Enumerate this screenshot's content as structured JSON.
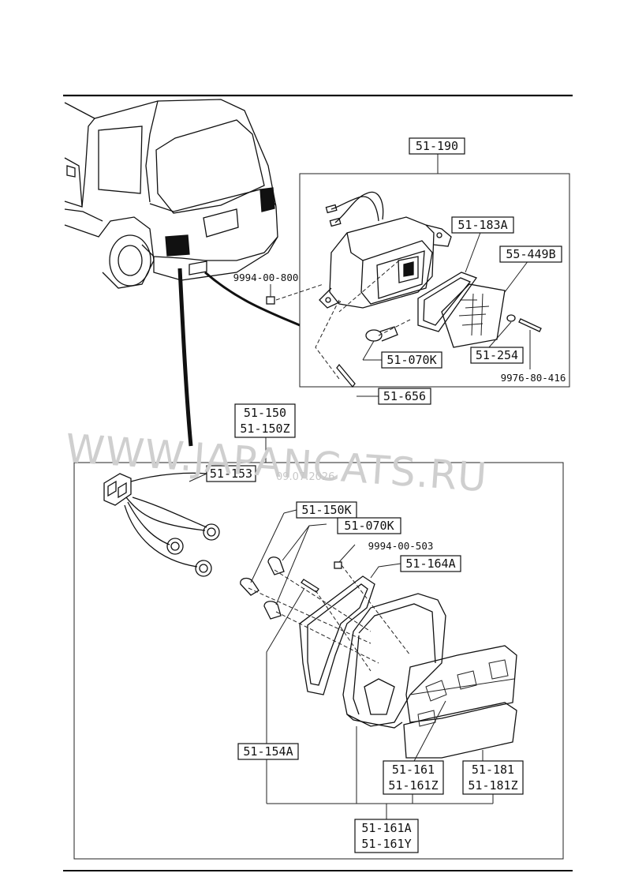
{
  "watermark": {
    "text": "WWW.JAPANCATS.RU",
    "date": "09.07.2026"
  },
  "upper_group": {
    "assembly_label": "51-190",
    "parts": {
      "bulb": "51-070K",
      "gasket": "51-183A",
      "lens": "55-449B",
      "washer": "51-254",
      "screw_long": "9976-80-416",
      "screw": "51-656",
      "nut": "9994-00-800"
    }
  },
  "lower_group": {
    "assembly_labels": [
      "51-150",
      "51-150Z"
    ],
    "parts": {
      "harness": "51-153",
      "bulb_a": "51-150K",
      "bulb_b": "51-070K",
      "nut": "9994-00-503",
      "gasket": "51-164A",
      "screw": "51-154A",
      "lens_r": [
        "51-161",
        "51-161Z"
      ],
      "lens_l": [
        "51-181",
        "51-181Z"
      ],
      "lens_set": [
        "51-161A",
        "51-161Y"
      ]
    }
  }
}
